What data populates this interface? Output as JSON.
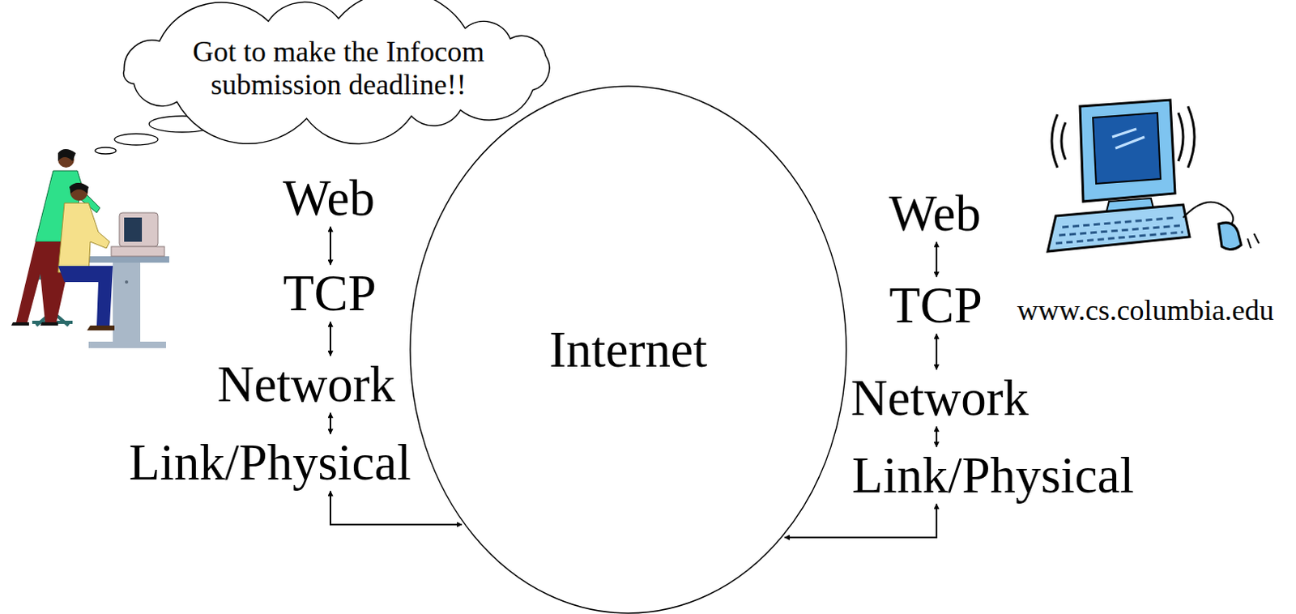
{
  "diagram": {
    "nodes": [
      {
        "text": [
          "Got to make the Infocom submission deadline!!"
        ]
      },
      {
        "text": [
          "Web"
        ]
      },
      {
        "text": [
          "TCP"
        ]
      },
      {
        "text": [
          "Network"
        ]
      },
      {
        "text": [
          "Link/Physical"
        ]
      },
      {
        "text": [
          "Internet"
        ]
      },
      {
        "text": [
          "Web"
        ]
      },
      {
        "text": [
          "TCP"
        ]
      },
      {
        "text": [
          "Network"
        ]
      },
      {
        "text": [
          "Link/Physical"
        ]
      }
    ],
    "edges": [
      {
        "from": 1,
        "to": 2,
        "arrow": "both"
      },
      {
        "from": 2,
        "to": 3,
        "arrow": "both"
      },
      {
        "from": 3,
        "to": 4,
        "arrow": "both"
      },
      {
        "from": 4,
        "to": 5,
        "arrow": "both"
      },
      {
        "from": 6,
        "to": 7,
        "arrow": "both"
      },
      {
        "from": 7,
        "to": 8,
        "arrow": "both"
      },
      {
        "from": 8,
        "to": 9,
        "arrow": "both"
      },
      {
        "from": 9,
        "to": 5,
        "arrow": "both"
      }
    ],
    "labels": [
      "www.cs.columbia.edu"
    ]
  }
}
